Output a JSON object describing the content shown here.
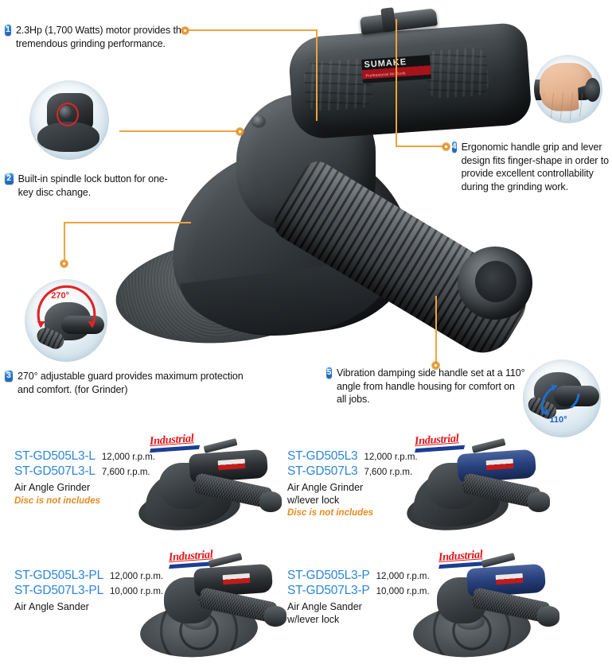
{
  "page": {
    "brand": "SUMAKE",
    "brand_sub": "Professional Air Tools",
    "accent_orange": "#F0A33C",
    "model_blue": "#2E86D6",
    "note_orange": "#E58A1E",
    "badge_blue": "#2F7FD0"
  },
  "callouts": [
    {
      "number": "1",
      "text": "2.3Hp (1,700 Watts) motor provides the tremendous grinding performance."
    },
    {
      "number": "2",
      "text": "Built-in spindle lock button for one-key disc change."
    },
    {
      "number": "3",
      "text": "270° adjustable guard provides maximum protection and comfort. (for Grinder)"
    },
    {
      "number": "4",
      "text": "Ergonomic handle grip and lever design fits finger-shape in order to provide excellent controllability during the grinding work."
    },
    {
      "number": "5",
      "text": "Vibration damping side handle set at a 110° angle from handle housing for comfort on all jobs."
    }
  ],
  "insets": [
    {
      "name": "spindle-lock-inset",
      "angle_label": ""
    },
    {
      "name": "hand-grip-inset",
      "angle_label": ""
    },
    {
      "name": "guard-angle-inset",
      "angle_label": "270°"
    },
    {
      "name": "side-handle-angle-inset",
      "angle_label": "110°"
    }
  ],
  "products": [
    {
      "logo": "Industrial",
      "models": [
        {
          "code": "ST-GD505L3-L",
          "rpm": "12,000 r.p.m."
        },
        {
          "code": "ST-GD507L3-L",
          "rpm": "7,600 r.p.m."
        }
      ],
      "description": [
        "Air Angle Grinder"
      ],
      "note": "Disc is not includes",
      "color": "black",
      "type": "grinder"
    },
    {
      "logo": "Industrial",
      "models": [
        {
          "code": "ST-GD505L3",
          "rpm": "12,000 r.p.m."
        },
        {
          "code": "ST-GD507L3",
          "rpm": "7,600 r.p.m."
        }
      ],
      "description": [
        "Air Angle Grinder",
        "w/lever lock"
      ],
      "note": "Disc is not includes",
      "color": "blue",
      "type": "grinder"
    },
    {
      "logo": "Industrial",
      "models": [
        {
          "code": "ST-GD505L3-PL",
          "rpm": "12,000 r.p.m."
        },
        {
          "code": "ST-GD507L3-PL",
          "rpm": "10,000 r.p.m."
        }
      ],
      "description": [
        "Air Angle Sander"
      ],
      "note": "",
      "color": "black",
      "type": "sander"
    },
    {
      "logo": "Industrial",
      "models": [
        {
          "code": "ST-GD505L3-P",
          "rpm": "12,000 r.p.m."
        },
        {
          "code": "ST-GD507L3-P",
          "rpm": "10,000 r.p.m."
        }
      ],
      "description": [
        "Air Angle Sander",
        "w/lever lock"
      ],
      "note": "",
      "color": "blue",
      "type": "sander"
    }
  ]
}
